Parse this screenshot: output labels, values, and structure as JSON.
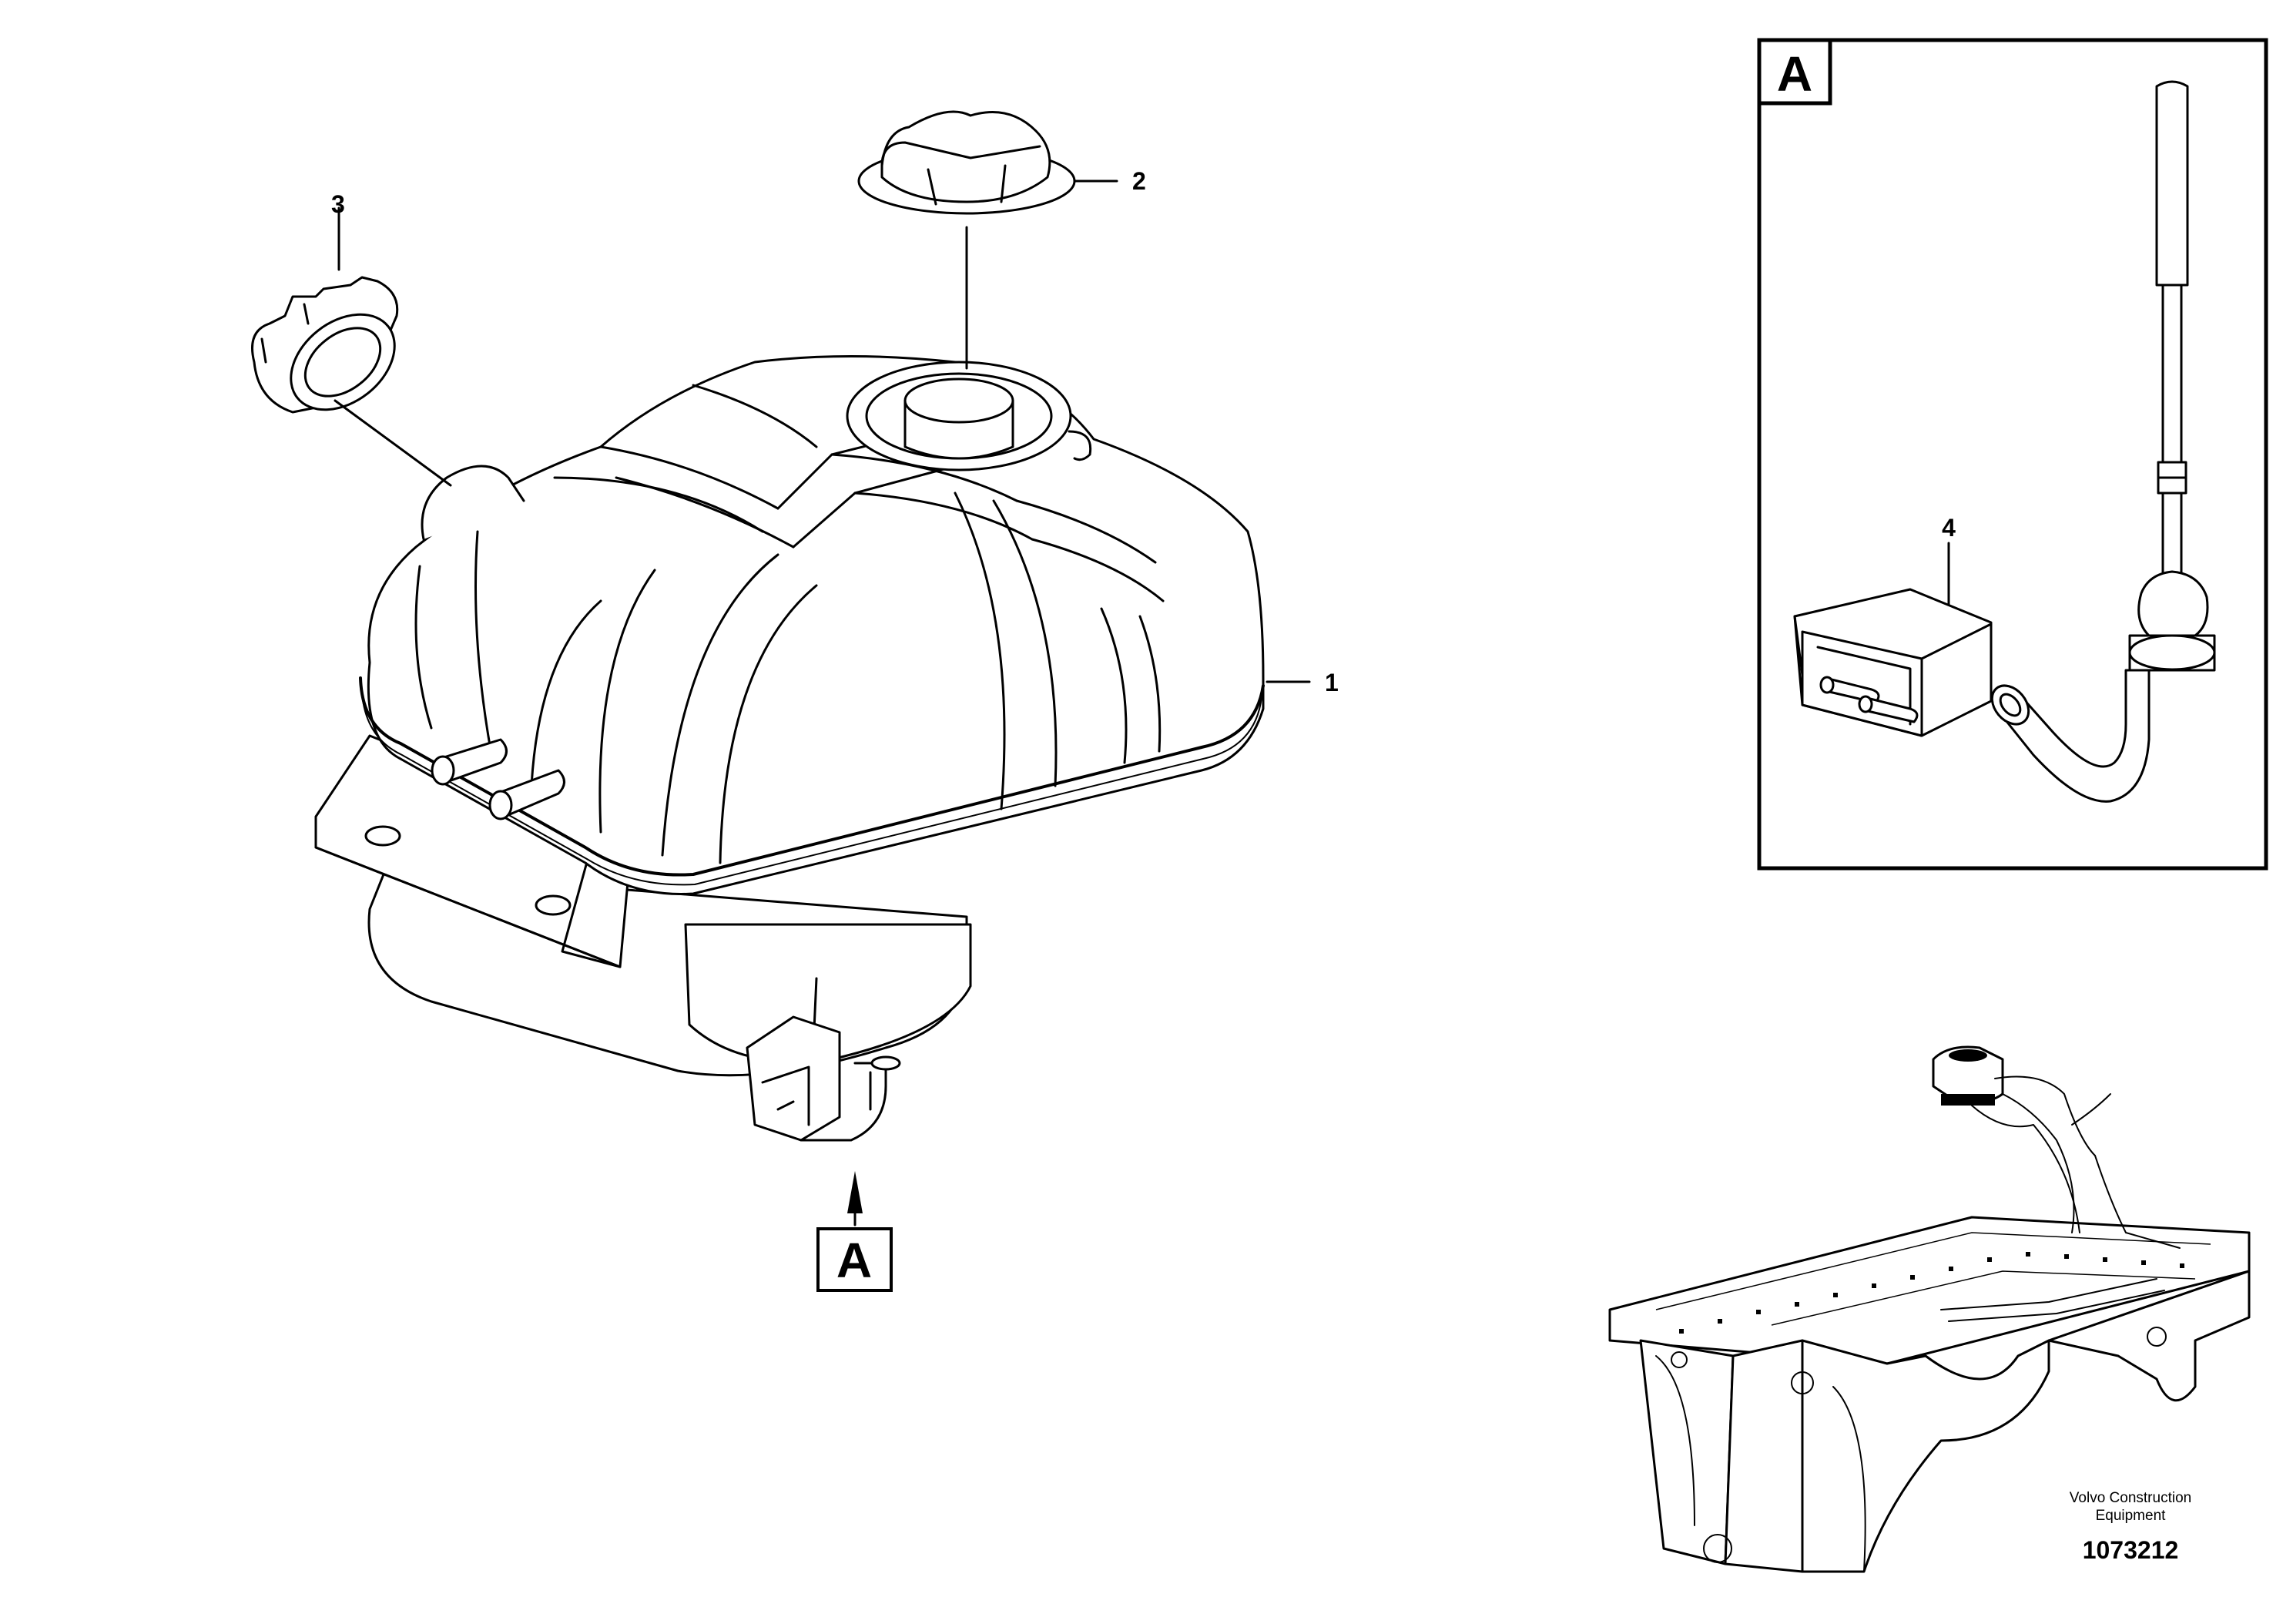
{
  "callouts": [
    {
      "id": "1",
      "label": "1"
    },
    {
      "id": "2",
      "label": "2"
    },
    {
      "id": "3",
      "label": "3"
    },
    {
      "id": "4",
      "label": "4"
    }
  ],
  "detail_view": {
    "label": "A"
  },
  "view_marker": {
    "label": "A"
  },
  "brand": {
    "line1": "Volvo Construction",
    "line2": "Equipment"
  },
  "document_number": "1073212"
}
